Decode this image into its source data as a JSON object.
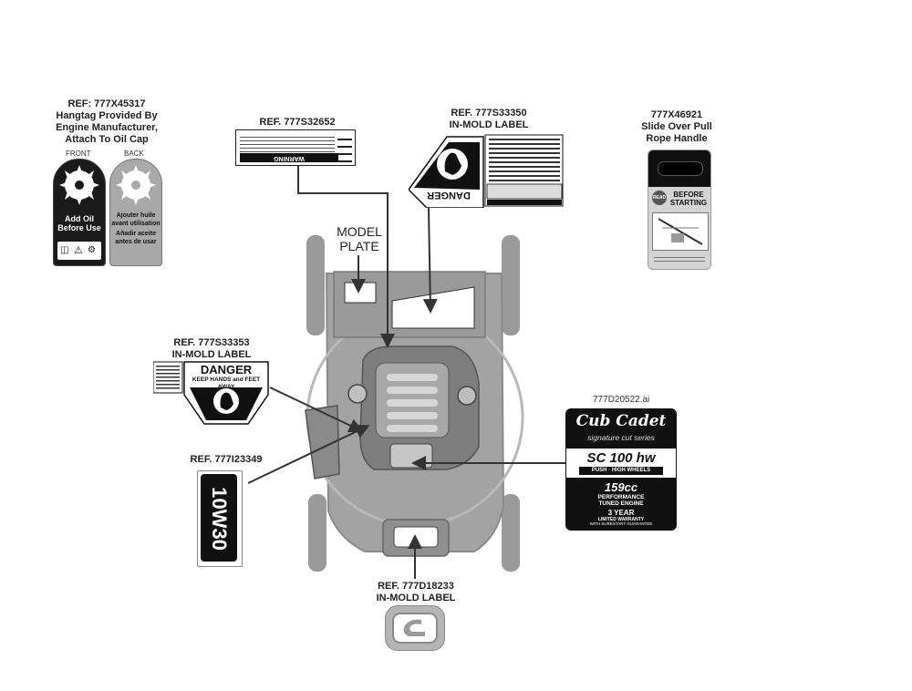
{
  "callouts": {
    "hangtag": {
      "ref": "REF: 777X45317",
      "line1": "Hangtag Provided By",
      "line2": "Engine Manufacturer,",
      "line3": "Attach To Oil Cap"
    },
    "s32652": {
      "ref": "REF. 777S32652"
    },
    "s33350": {
      "ref": "REF. 777S33350",
      "sub": "IN-MOLD LABEL"
    },
    "x46921": {
      "ref": "777X46921",
      "line1": "Slide Over Pull",
      "line2": "Rope Handle"
    },
    "model_plate": {
      "line1": "MODEL",
      "line2": "PLATE"
    },
    "s33353": {
      "ref": "REF. 777S33353",
      "sub": "IN-MOLD LABEL"
    },
    "i23349": {
      "ref": "REF. 777I23349"
    },
    "d18233": {
      "ref": "REF. 777D18233",
      "sub": "IN-MOLD LABEL"
    },
    "d20522": {
      "file": "777D20522.ai"
    }
  },
  "hangtag": {
    "front_label": "FRONT",
    "back_label": "BACK",
    "front_text1": "Add Oil",
    "front_text2": "Before Use",
    "back_text1": "Ajouter huile",
    "back_text2": "avant utilisation",
    "back_text3": "Añadir aceite",
    "back_text4": "antes de usar"
  },
  "warning_label": {
    "title": "WARNING"
  },
  "danger_label": {
    "title": "DANGER",
    "subtitle": "KEEP HANDS and FEET AWAY"
  },
  "oil_label": {
    "text": "10W30"
  },
  "rope_tag": {
    "title1": "BEFORE",
    "title2": "STARTING",
    "badge": "READ"
  },
  "decal": {
    "brand": "Cub Cadet",
    "series": "signature cut series",
    "model": "SC 100 hw",
    "model_sub": "PUSH · HIGH WHEELS",
    "engine_cc": "159cc",
    "engine_line1": "PERFORMANCE",
    "engine_line2": "TUNED ENGINE",
    "warranty1": "3 YEAR",
    "warranty2": "LIMITED WARRANTY",
    "warranty3": "WITH SURESTART GUARANTEE"
  },
  "colors": {
    "mower_gray": "#9a9a9a",
    "line_dark": "#3a3a3a",
    "label_black": "#111111"
  }
}
